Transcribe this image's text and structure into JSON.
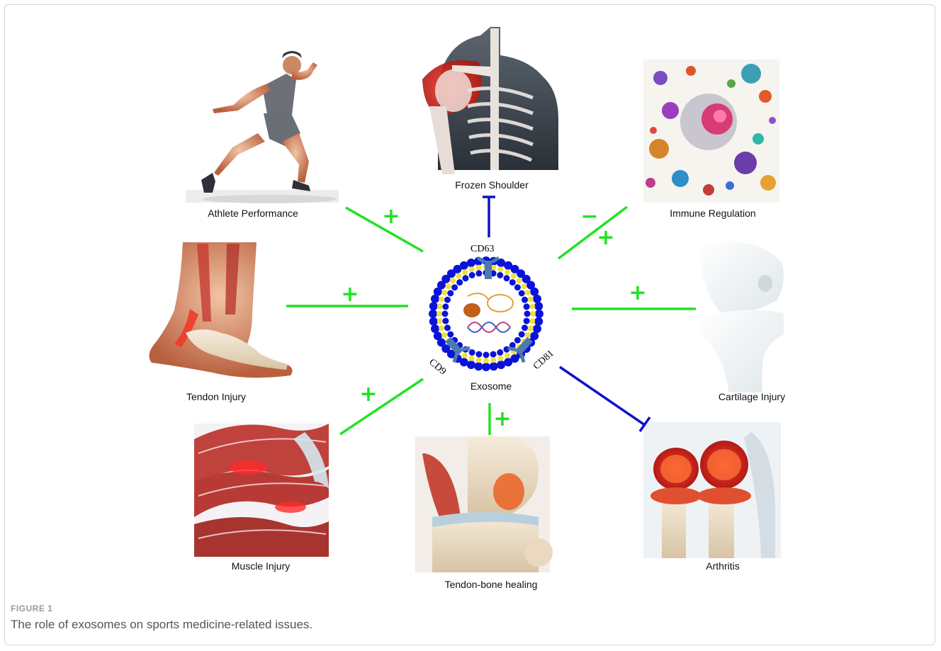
{
  "center": {
    "label": "Exosome",
    "markers": [
      "CD63",
      "CD9",
      "CD81"
    ]
  },
  "nodes": [
    {
      "id": "athlete",
      "label": "Athlete Performance",
      "image": "sprinting-athlete",
      "effect": "+"
    },
    {
      "id": "frozen",
      "label": "Frozen Shoulder",
      "image": "shoulder-anatomy",
      "effect": "inhibit"
    },
    {
      "id": "immune",
      "label": "Immune Regulation",
      "image": "immune-cells",
      "effect": "−/+"
    },
    {
      "id": "tendon",
      "label": "Tendon Injury",
      "image": "foot-tendon",
      "effect": "+"
    },
    {
      "id": "cartilage",
      "label": "Cartilage Injury",
      "image": "knee-cartilage",
      "effect": "+"
    },
    {
      "id": "muscle",
      "label": "Muscle Injury",
      "image": "muscle-fibers",
      "effect": "+"
    },
    {
      "id": "tendonbone",
      "label": "Tendon-bone healing",
      "image": "knee-joint",
      "effect": "+"
    },
    {
      "id": "arthritis",
      "label": "Arthritis",
      "image": "arthritic-knees",
      "effect": "inhibit"
    }
  ],
  "signs": {
    "plus": "+",
    "minus": "−"
  },
  "caption": {
    "number": "FIGURE 1",
    "text": "The role of exosomes on sports medicine-related issues."
  },
  "colors": {
    "promote": "#22e222",
    "inhibit": "#1010cc",
    "membrane_outer": "#0a14d8",
    "membrane_inner": "#f0e040"
  }
}
